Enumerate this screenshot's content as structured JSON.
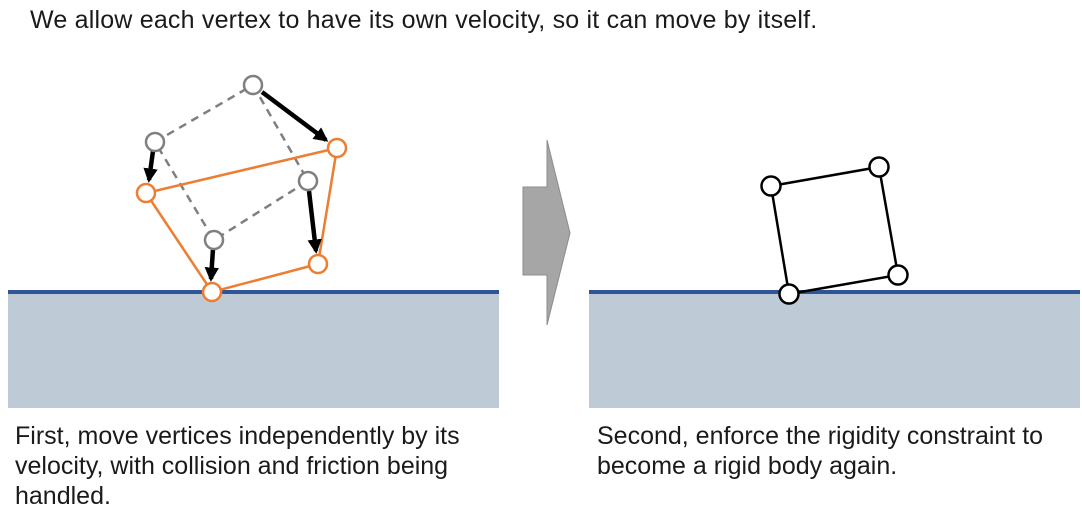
{
  "title": "We allow each vertex to have its own velocity, so it can move by itself.",
  "left_panel": {
    "caption": "First, move vertices independently by its velocity, with collision and friction being handled."
  },
  "right_panel": {
    "caption": "Second, enforce the rigidity constraint to become a rigid body again."
  },
  "colors": {
    "ground_fill": "#bfcad7",
    "ground_line": "#2f5597",
    "old_position": "#7f7f7f",
    "new_position": "#ed7d31",
    "velocity_arrow": "#000000",
    "rigid_body": "#000000",
    "step_arrow": "#a6a6a6"
  },
  "icons": {
    "step_arrow": "right-chevron-arrow"
  }
}
